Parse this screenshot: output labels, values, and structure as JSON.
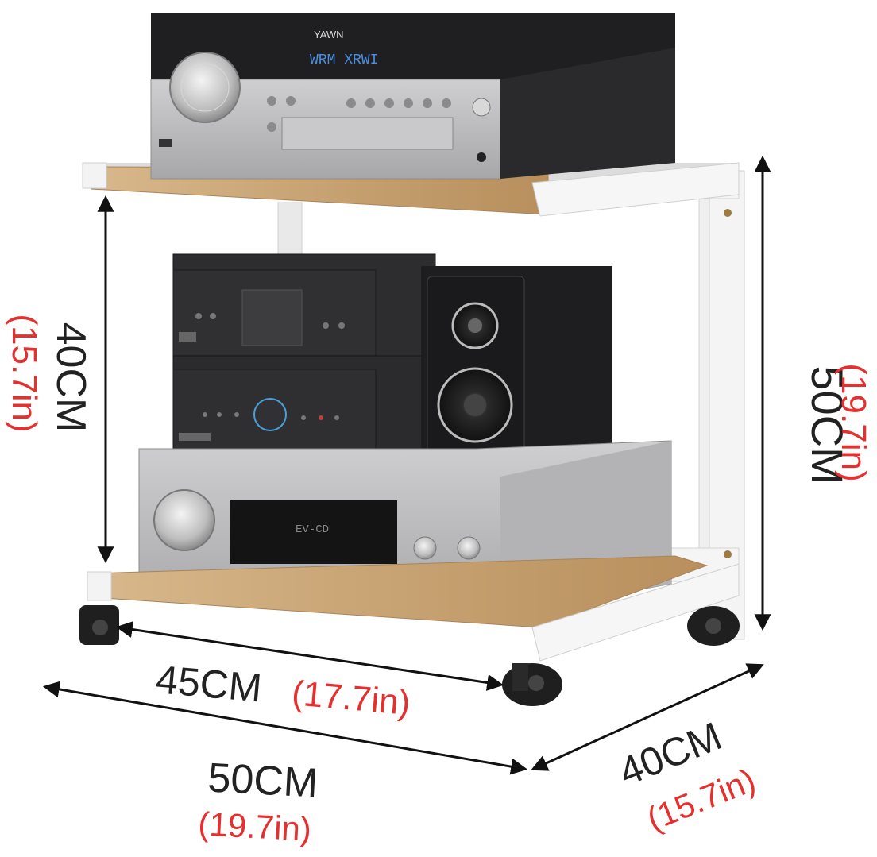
{
  "colors": {
    "dimension_text": "#222222",
    "inch_text": "#e53030",
    "wood": "#c9a577",
    "frame": "#f2f2f2",
    "device_dark": "#2a2a2c",
    "device_silver": "#b9b9bb"
  },
  "devices": {
    "top_unit_brand": "YAWN",
    "top_unit_display": "WRM XRWI",
    "bottom_unit_display": "EV-CD"
  },
  "dimensions": {
    "left_height_cm": "40CM",
    "left_height_in": "(15.7in)",
    "right_height_cm": "50CM",
    "right_height_in": "(19.7in)",
    "inner_width_cm": "45CM",
    "inner_width_in": "(17.7in)",
    "outer_width_cm": "50CM",
    "outer_width_in": "(19.7in)",
    "depth_cm": "40CM",
    "depth_in": "(15.7in)"
  },
  "icons": [
    "arrow-up-down",
    "arrow-left-right",
    "caster-wheel"
  ]
}
